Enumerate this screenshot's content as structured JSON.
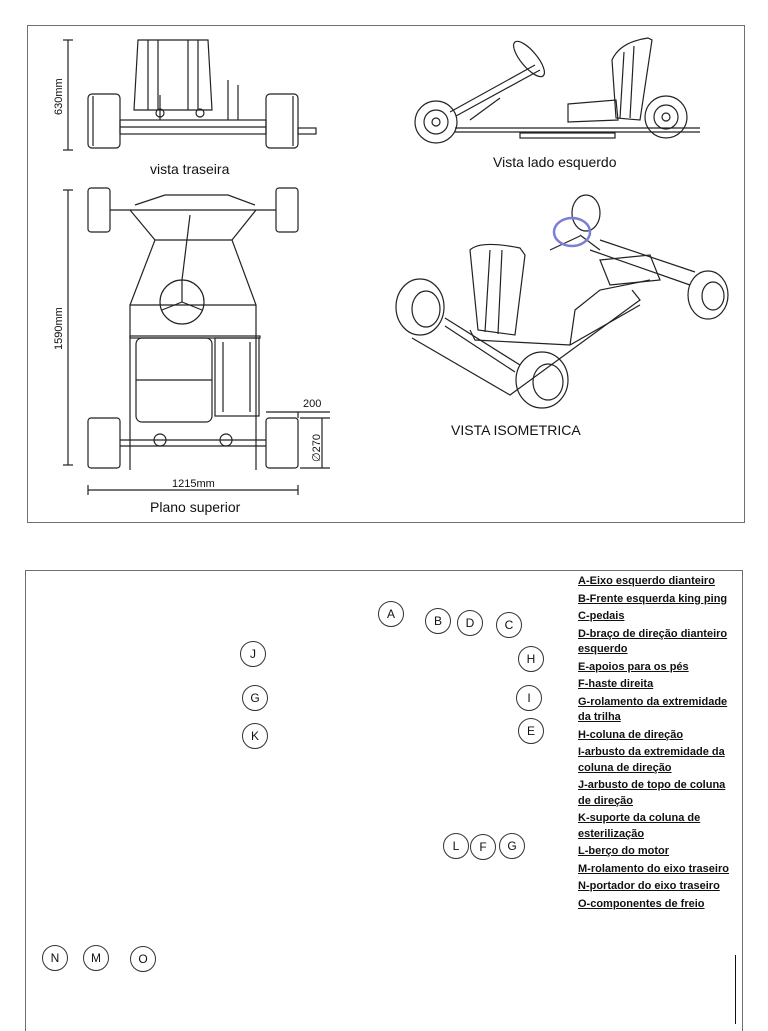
{
  "top_panel": {
    "rear_view_caption": "vista traseira",
    "left_view_caption": "Vista lado esquerdo",
    "top_plan_caption": "Plano superior",
    "iso_view_caption": "VISTA ISOMETRICA",
    "dimensions": {
      "rear_height": "630mm",
      "overall_length": "1590mm",
      "overall_width": "1215mm",
      "offset": "200",
      "wheel_diameter": "∅270"
    }
  },
  "bottom_panel": {
    "callouts": [
      "A",
      "B",
      "D",
      "C",
      "H",
      "J",
      "G",
      "I",
      "K",
      "E",
      "L",
      "F",
      "G",
      "N",
      "M",
      "O"
    ],
    "legend": [
      "A-Eixo esquerdo dianteiro",
      "B-Frente esquerda king ping",
      "C-pedais",
      "D-braço de direção dianteiro esquerdo",
      "E-apoios para os pés",
      "F-haste direita",
      "G-rolamento da extremidade da trilha",
      "H-coluna de direção",
      "I-arbusto da extremidade da coluna de direção",
      "J-arbusto de topo de coluna de direção",
      "K-suporte da coluna de esterilização",
      "L-berço do motor",
      "M-rolamento do eixo traseiro",
      "N-portador do eixo traseiro",
      "O-componentes de freio"
    ]
  },
  "colors": {
    "steering_wheel_highlight": "#7b7fd6",
    "line": "#222222"
  }
}
